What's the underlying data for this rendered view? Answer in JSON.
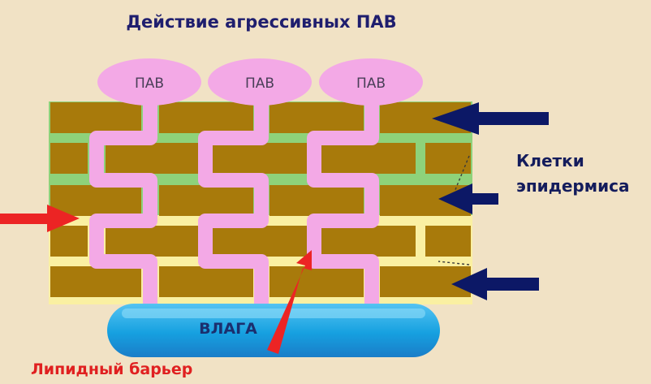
{
  "title": "Действие агрессивных ПАВ",
  "surfactant_label": "ПАВ",
  "cells_label_line1": "Клетки",
  "cells_label_line2": "эпидермиса",
  "moisture_label": "ВЛАГА",
  "lipid_barrier_label": "Липидный барьер",
  "colors": {
    "background": "#f1e2c5",
    "cell_brick": "#a87a0b",
    "lipid_green": "#8ed27a",
    "lipid_yellow": "#faf0a2",
    "surfactant_pink": "#f3a9e6",
    "moisture_blue": "#2aa4e2",
    "arrow_navy": "#0c1866",
    "arrow_red": "#ec2424"
  }
}
